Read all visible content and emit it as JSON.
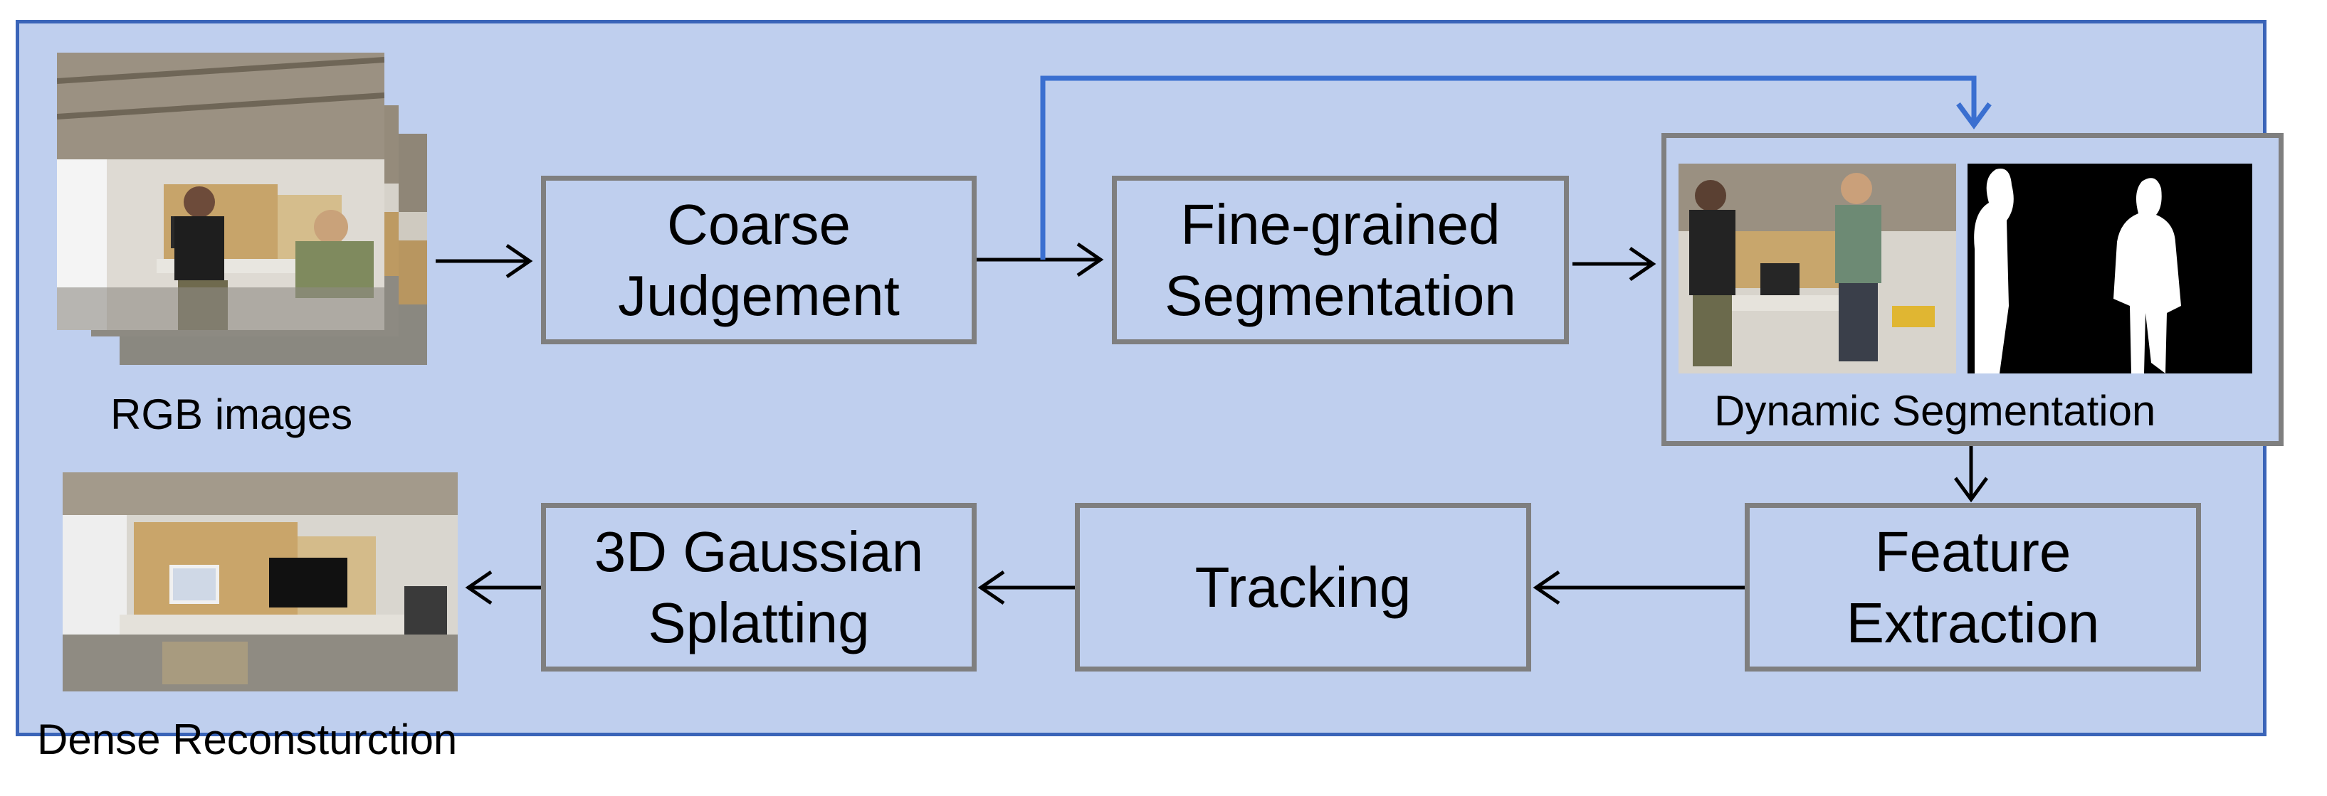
{
  "nodes": {
    "coarse": "Coarse\nJudgement",
    "fine": "Fine-grained\nSegmentation",
    "feature": "Feature\nExtraction",
    "tracking": "Tracking",
    "gs": "3D Gaussian\nSplatting"
  },
  "captions": {
    "rgb": "RGB images",
    "dynseg": "Dynamic Segmentation",
    "dense": "Dense Reconsturction"
  },
  "colors": {
    "panel_fill": "#bfcfee",
    "panel_border": "#3a64b8",
    "box_border": "#7f7f7f",
    "skip_arrow": "#3a6fd0"
  }
}
